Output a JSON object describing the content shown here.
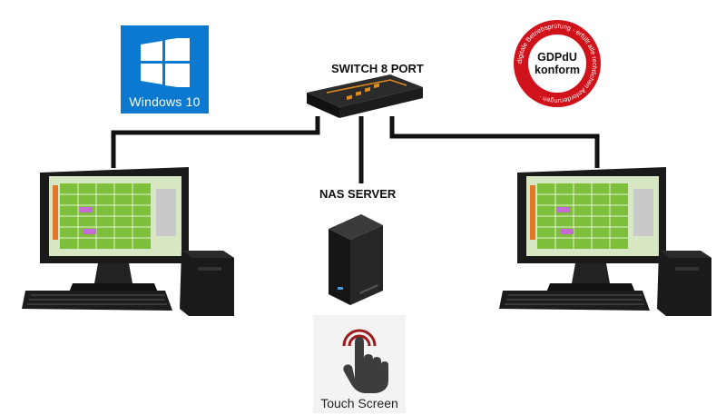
{
  "windows": {
    "label": "Windows 10",
    "color": "#0a79cf"
  },
  "switch": {
    "label": "SWITCH 8 PORT"
  },
  "nas": {
    "label": "NAS SERVER"
  },
  "seal": {
    "center_text": [
      "GDPdU",
      "konform"
    ],
    "ring_text": "digitale Betriebsprüfung · erfüllt alle rechtlichen Anforderungen ·",
    "color": "#d0121b"
  },
  "touch": {
    "label": "Touch Screen"
  },
  "colors": {
    "wire": "#111111",
    "screen_green": "#7dbf3a",
    "screen_frame": "#1a1a1a"
  }
}
